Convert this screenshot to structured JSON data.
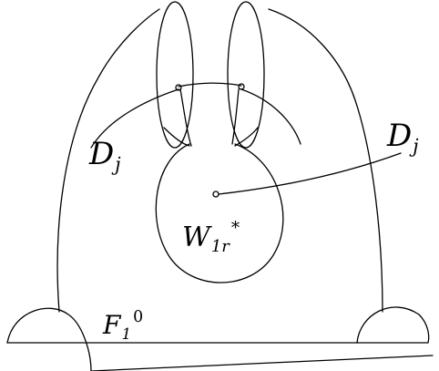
{
  "labels": {
    "dj_left": {
      "main": "D",
      "sub": "j"
    },
    "dj_right": {
      "main": "D",
      "sub": "j"
    },
    "w1r": {
      "main": "W",
      "sub": "1r",
      "sup": "*"
    },
    "f1": {
      "main": "F",
      "sub": "1",
      "sup": "0"
    }
  }
}
